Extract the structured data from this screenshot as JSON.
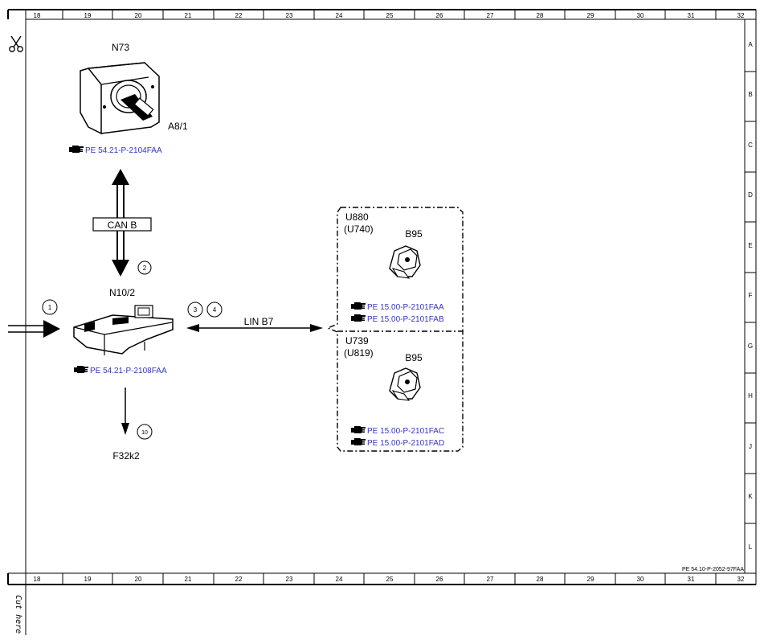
{
  "column_labels": [
    "18",
    "19",
    "20",
    "21",
    "22",
    "23",
    "24",
    "25",
    "26",
    "27",
    "28",
    "29",
    "30",
    "31",
    "32"
  ],
  "row_labels": [
    "A",
    "B",
    "C",
    "D",
    "E",
    "F",
    "G",
    "H",
    "J",
    "K",
    "L"
  ],
  "components": {
    "n73": {
      "label": "N73",
      "sub_label": "A8/1",
      "link": "PE 54.21-P-2104FAA"
    },
    "n10_2": {
      "label": "N10/2",
      "link": "PE 54.21-P-2108FAA"
    },
    "u880": {
      "label": "U880",
      "alt_label": "(U740)",
      "part": "B95",
      "links": [
        "PE 15.00-P-2101FAA",
        "PE 15.00-P-2101FAB"
      ]
    },
    "u739": {
      "label": "U739",
      "alt_label": "(U819)",
      "part": "B95",
      "links": [
        "PE 15.00-P-2101FAC",
        "PE 15.00-P-2101FAD"
      ]
    }
  },
  "signals": {
    "can_b": "CAN B",
    "lin_b7": "LIN B7",
    "f32k2": "F32k2"
  },
  "markers": [
    "1",
    "2",
    "3",
    "4",
    "10"
  ],
  "footer_ref": "PE 54.10-P-2052-97FAA",
  "cut_here": "Cut here",
  "colors": {
    "link": "#3333cc",
    "line": "#000000"
  },
  "icons": [
    "scissors-icon",
    "pointing-hand-icon",
    "ignition-switch-icon",
    "control-unit-icon",
    "sensor-icon"
  ]
}
